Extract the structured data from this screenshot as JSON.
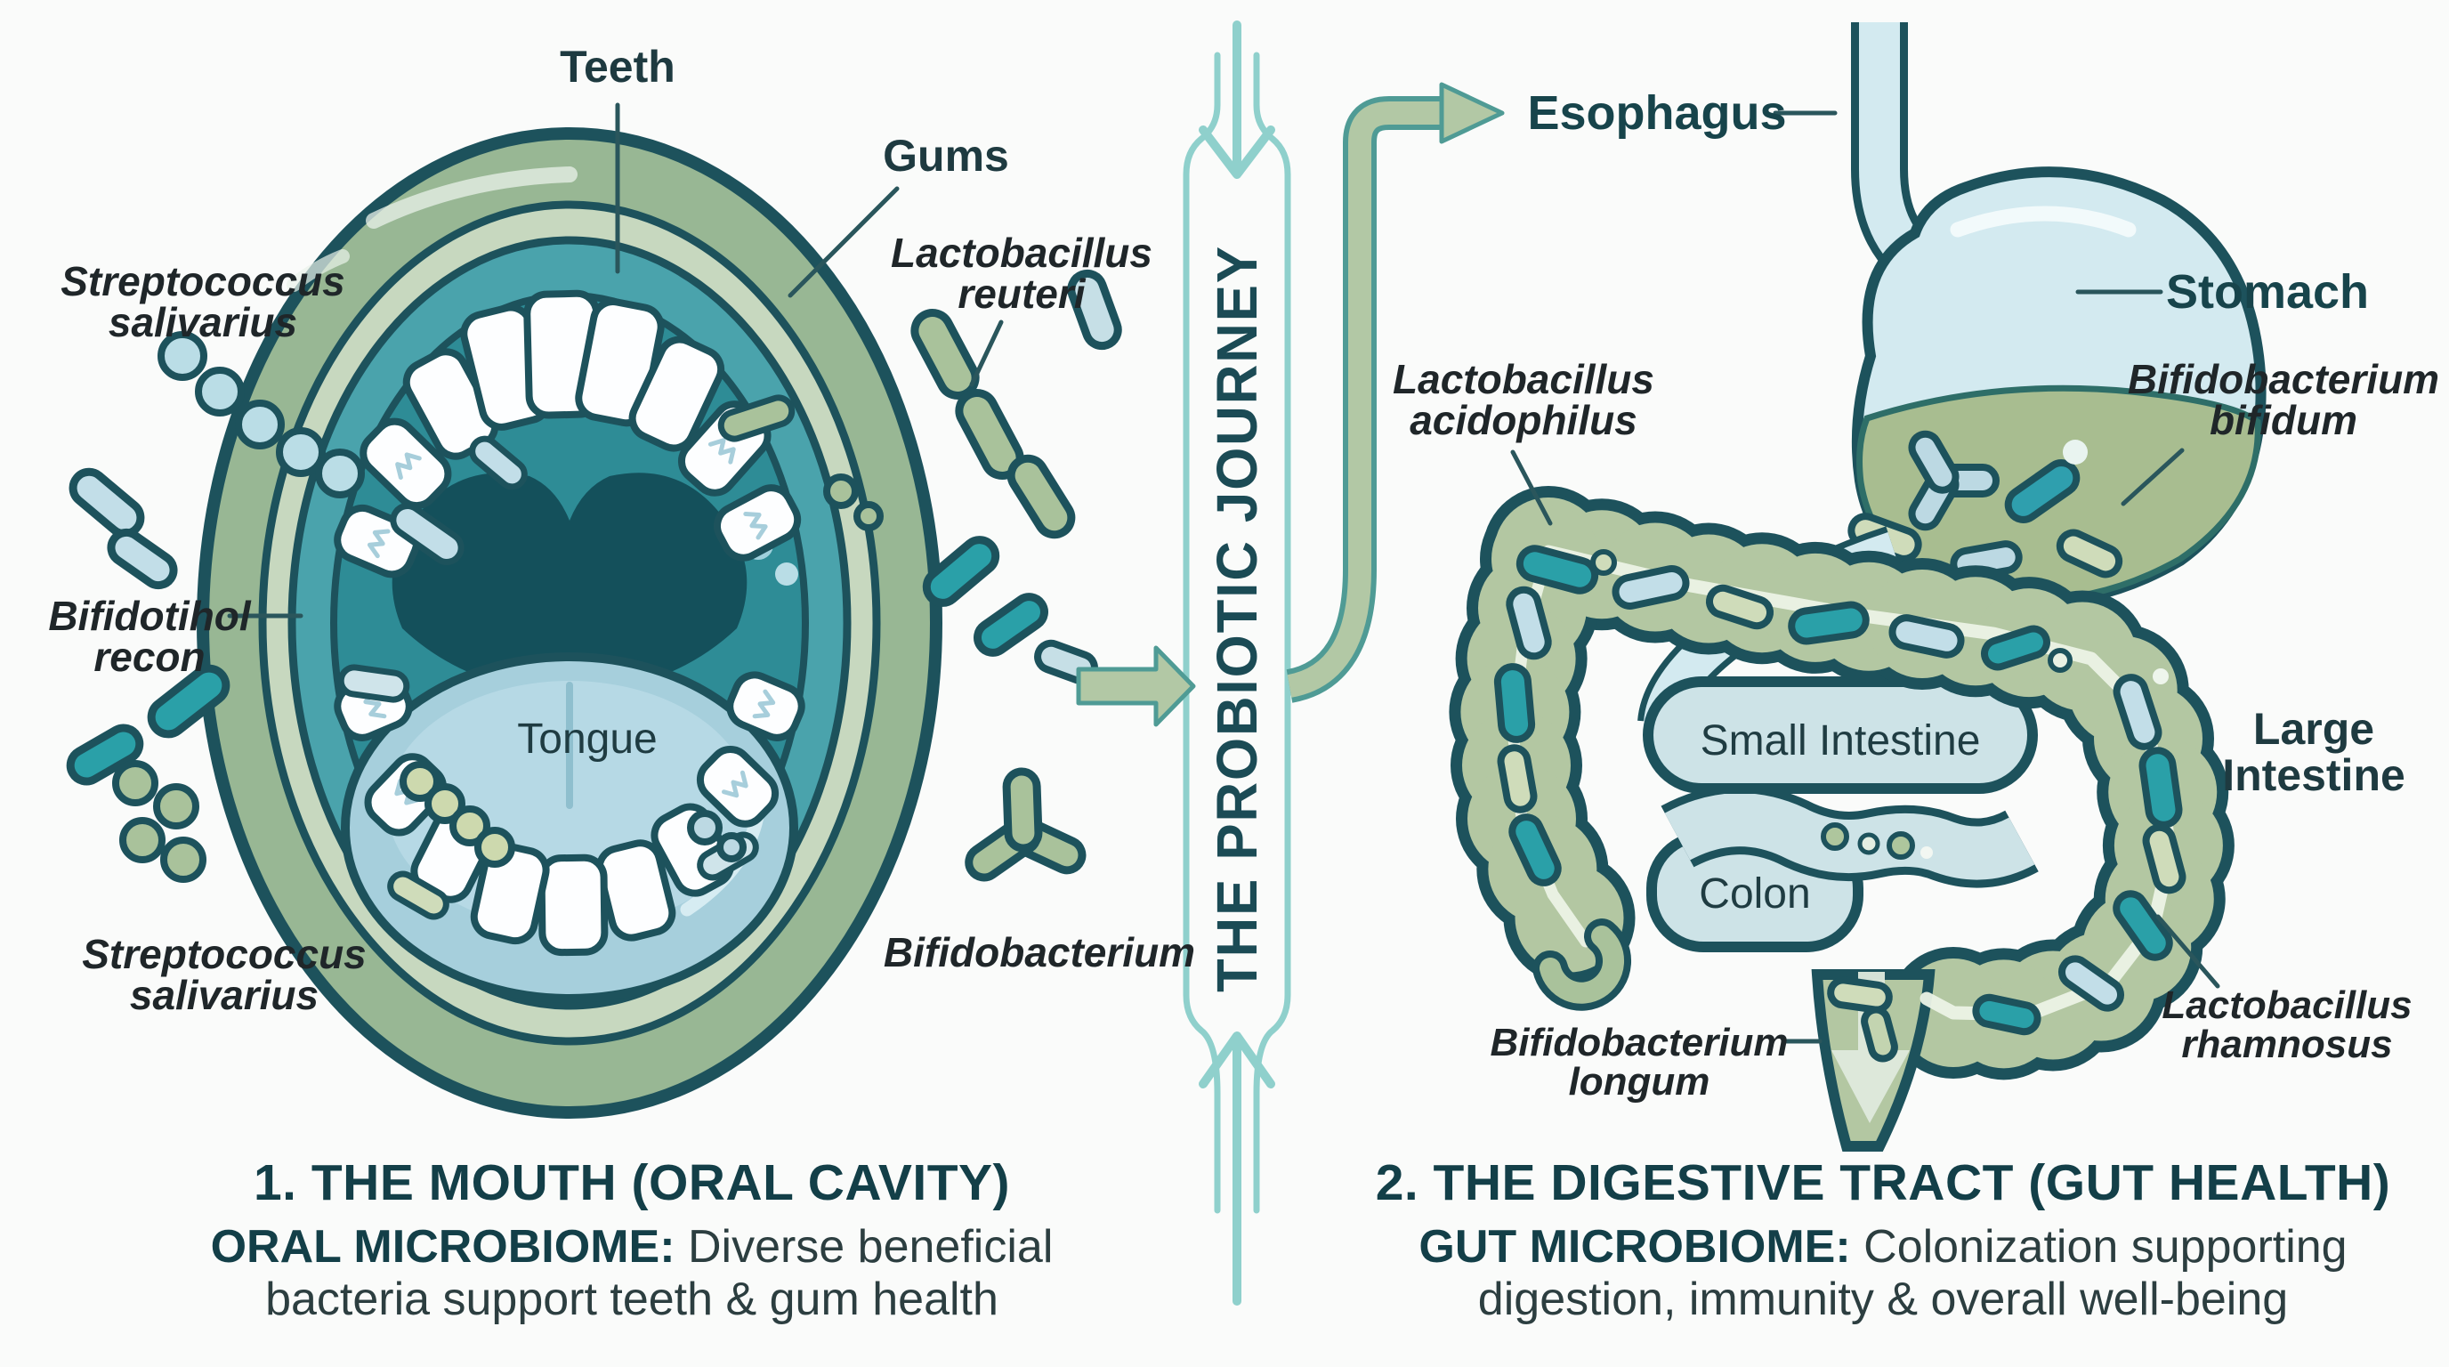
{
  "banner": {
    "title": "THE PROBIOTIC JOURNEY"
  },
  "mouth": {
    "labels": {
      "teeth": "Teeth",
      "gums": "Gums",
      "tongue": "Tongue",
      "strep_top": [
        "Streptococcus",
        "salivarius"
      ],
      "reuteri": [
        "Lactobacillus",
        "reuteri"
      ],
      "bifidotihol": [
        "Bifidotihol",
        "recon"
      ],
      "strep_bottom": [
        "Streptococcus",
        "salivarius"
      ],
      "bifidobacterium": "Bifidobacterium"
    },
    "caption": {
      "heading": "1. THE MOUTH (ORAL CAVITY)",
      "lead": "ORAL MICROBIOME:",
      "line1_rest": " Diverse beneficial",
      "line2": "bacteria support teeth & gum health"
    }
  },
  "gut": {
    "labels": {
      "esophagus": "Esophagus",
      "stomach": "Stomach",
      "acidophilus": [
        "Lactobacillus",
        "acidophilus"
      ],
      "bifidum": [
        "Bifidobacterium",
        "bifidum"
      ],
      "small_intestine": "Small Intestine",
      "colon": "Colon",
      "large_intestine": [
        "Large",
        "Intestine"
      ],
      "longum": [
        "Bifidobacterium",
        "longum"
      ],
      "rhamnosus": [
        "Lactobacillus",
        "rhamnosus"
      ]
    },
    "caption": {
      "heading": "2. THE DIGESTIVE TRACT (GUT HEALTH)",
      "lead": "GUT MICROBIOME:",
      "line1_rest": " Colonization supporting",
      "line2": "digestion, immunity & overall well-being"
    }
  },
  "colors": {
    "outline": "#1d525c",
    "lip_sage": "#98b794",
    "sage_light": "#c7d8bf",
    "gum_teal": "#4aa3ac",
    "cavity_teal": "#2e8c96",
    "throat_dark": "#14505b",
    "tongue_blue": "#a6cfdc",
    "colon_sage": "#b3c7a2",
    "bacteria_teal": "#2aa0a8",
    "bacteria_blue": "#c2dee8",
    "bacteria_pale": "#cfdcba",
    "stomach_blue": "#d3eaf0",
    "stomach_liquid": "#a8bd90",
    "banner_outline": "#8fd0cc",
    "banner_text": "#1b4b55",
    "arrow_fill": "#b2c8a5",
    "arrow_stroke": "#4f9b95",
    "heading_teal": "#133f48",
    "body_text": "#2c3e40"
  }
}
